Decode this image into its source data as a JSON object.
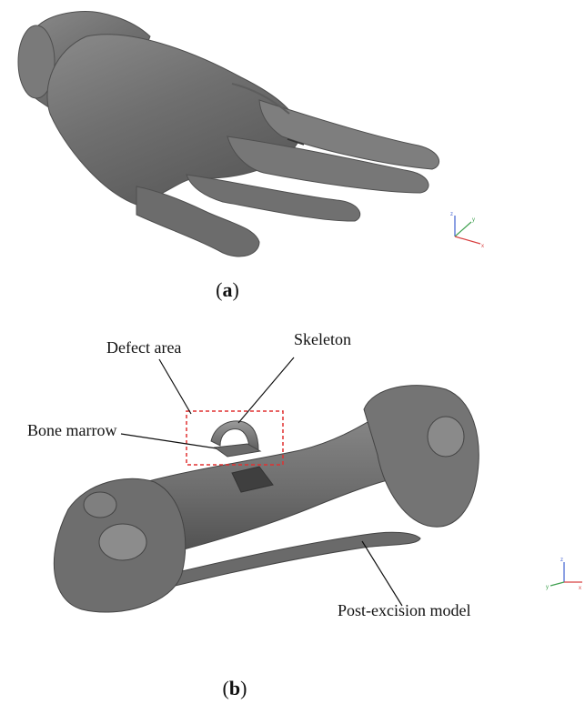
{
  "panels": {
    "a": {
      "open": "(",
      "letter": "a",
      "close": ")"
    },
    "b": {
      "open": "(",
      "letter": "b",
      "close": ")"
    }
  },
  "annotations": {
    "defect_area": "Defect area",
    "skeleton": "Skeleton",
    "bone_marrow": "Bone marrow",
    "post_excision_model": "Post-excision model"
  },
  "axis_triads": {
    "top": {
      "z": "z",
      "y": "y",
      "x": "x"
    },
    "bottom": {
      "z": "z",
      "y": "y",
      "x": "x"
    }
  },
  "colors": {
    "model_gray": "#7d7d7d",
    "model_dark": "#555555",
    "defect_box": "#e03030",
    "axis_x": "#d84040",
    "axis_y": "#40a050",
    "axis_z": "#4060d0"
  }
}
